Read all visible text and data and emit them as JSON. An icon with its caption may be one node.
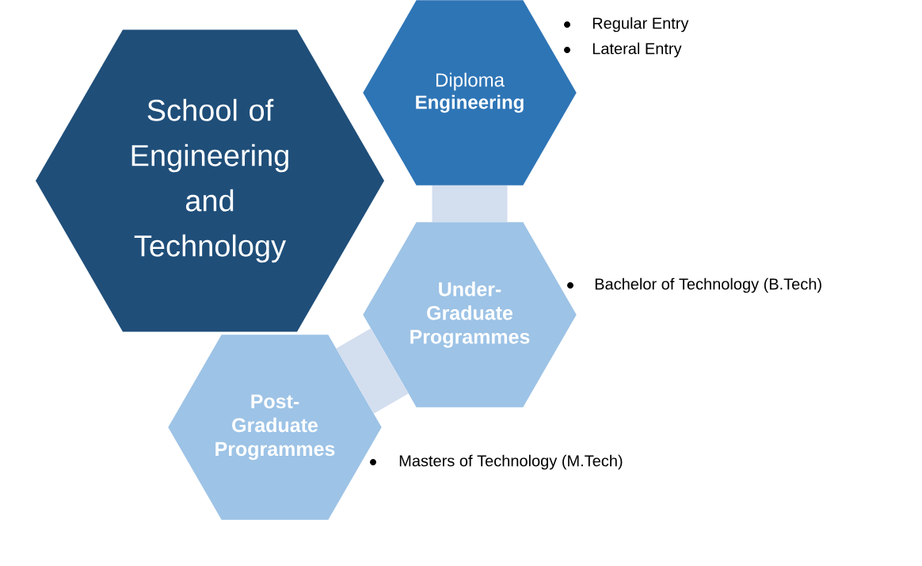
{
  "diagram": {
    "nodes": [
      {
        "text": [
          "School of Engineering and Technology"
        ]
      },
      {
        "text": [
          "Diploma **Engineering**"
        ],
        "beside": [
          "Regular Entry",
          "Lateral Entry"
        ]
      },
      {
        "text": [
          "Under-Graduate Programmes"
        ],
        "beside": [
          "Bachelor of Technology (B.Tech)"
        ]
      },
      {
        "text": [
          "Post-Graduate Programmes"
        ],
        "beside": [
          "Masters of Technology (M.Tech)"
        ]
      }
    ],
    "edges": [
      {
        "from": 1,
        "to": 2,
        "arrow": "none"
      },
      {
        "from": 2,
        "to": 3,
        "arrow": "none"
      }
    ]
  }
}
